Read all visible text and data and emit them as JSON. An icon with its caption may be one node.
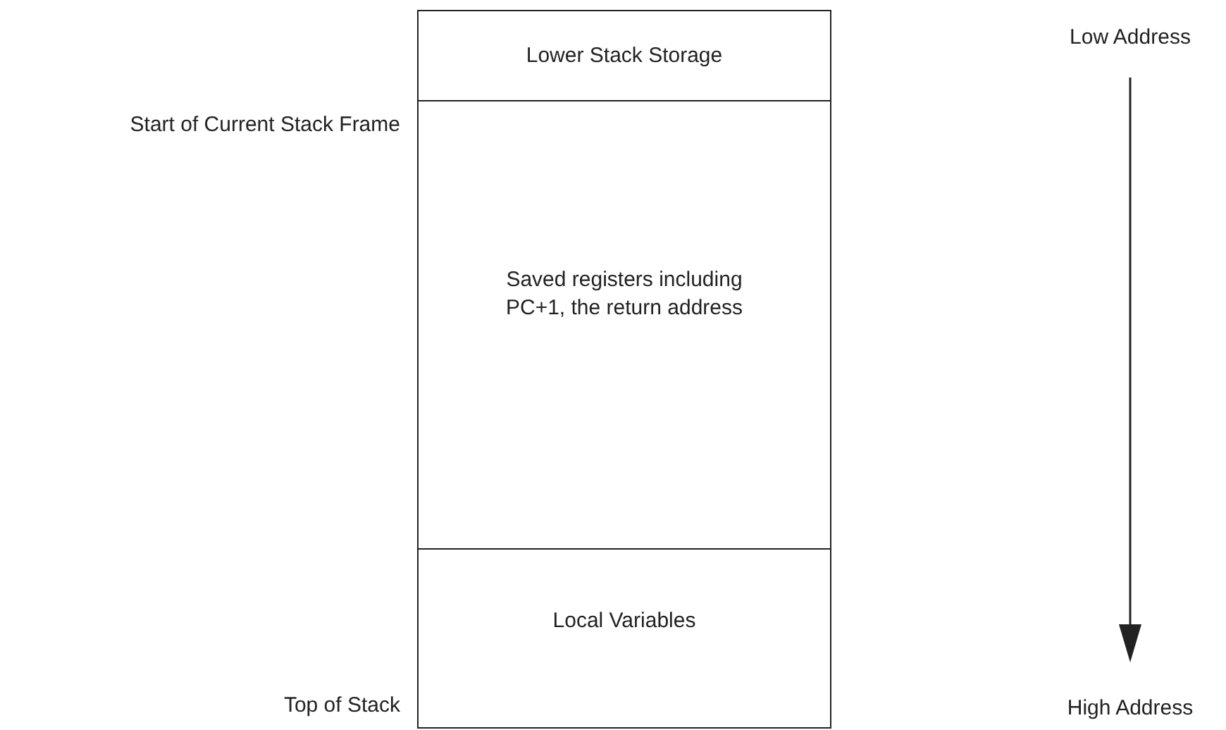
{
  "diagram": {
    "nodes": [
      {
        "text": [
          "Lower Stack Storage"
        ]
      },
      {
        "text": [
          "Saved registers including PC+1, the return address"
        ]
      },
      {
        "text": [
          "Local Variables"
        ]
      }
    ],
    "labels": [
      "Low Address",
      "Start of Current Stack Frame",
      "Top of Stack",
      "High Address"
    ]
  }
}
